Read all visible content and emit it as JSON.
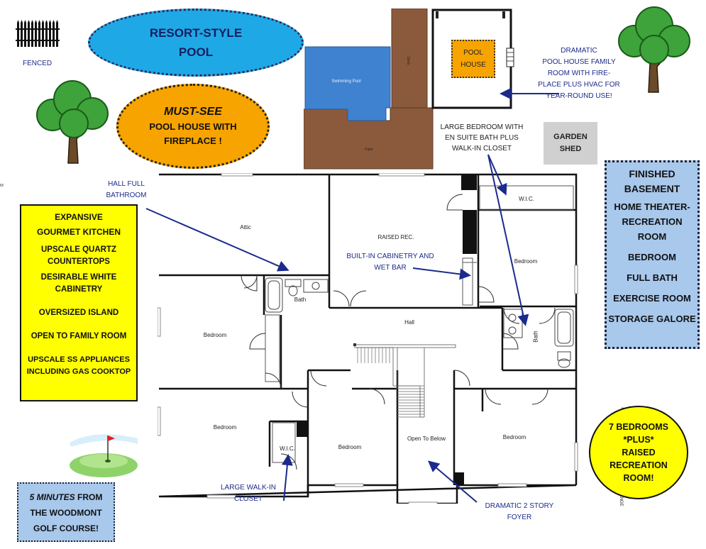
{
  "fence_label": "FENCED",
  "pool_oval": "RESORT-STYLE\nPOOL",
  "poolhouse_oval": {
    "line1": "MUST-SEE",
    "line2": "POOL HOUSE WITH\nFIREPLACE !"
  },
  "site_plan": {
    "swimming_pool": "Swimming Pool",
    "deck": "Deck",
    "patio": "Patio",
    "pool_house": "POOL\nHOUSE"
  },
  "notes": {
    "pool_house_family_room": "DRAMATIC\nPOOL HOUSE FAMILY\nROOM WITH FIRE-\nPLACE PLUS HVAC FOR\nYEAR-ROUND USE!",
    "large_bedroom": "LARGE BEDROOM WITH\nEN SUITE BATH PLUS\nWALK-IN CLOSET",
    "hall_full_bath": "HALL FULL\nBATHROOM",
    "built_in": "BUILT-IN CABINETRY AND\nWET BAR",
    "walk_in_closet": "LARGE WALK-IN\nCLOSET",
    "foyer": "DRAMATIC 2 STORY\nFOYER",
    "disclaimer": "*SUBJECT TO ERRORS OMISSION AND CHANGE"
  },
  "garden_shed": "GARDEN\nSHED",
  "kitchen_box": [
    "EXPANSIVE\nGOURMET KITCHEN",
    "UPSCALE QUARTZ\nCOUNTERTOPS",
    "DESIRABLE WHITE\nCABINETRY",
    "OVERSIZED ISLAND",
    "OPEN TO FAMILY ROOM",
    "UPSCALE SS APPLIANCES\nINCLUDING GAS COOKTOP"
  ],
  "basement_box": {
    "title": "FINISHED\nBASEMENT",
    "items": [
      "HOME THEATER-\nRECREATION\nROOM",
      "BEDROOM",
      "FULL BATH",
      "EXERCISE ROOM",
      "STORAGE GALORE"
    ]
  },
  "bedrooms_oval": "7 BEDROOMS\n*PLUS*\nRAISED\nRECREATION\nROOM!",
  "golf_box": {
    "minutes": "5 MINUTES",
    "rest": " FROM\nTHE WOODMONT\nGOLF COURSE!"
  },
  "rooms": {
    "attic": "Attic",
    "raised_rec": "RAISED REC.",
    "wic_top": "W.I.C.",
    "bedroom_right": "Bedroom",
    "bath_top": "Bath",
    "bedroom_left": "Bedroom",
    "hall": "Hall",
    "bath_right": "Bath",
    "bedroom_bottom_left": "Bedroom",
    "wic_bottom": "W.I.C.",
    "bedroom_bottom_mid": "Bedroom",
    "open_to_below": "Open To Below",
    "bedroom_bottom_right": "Bedroom"
  },
  "colors": {
    "pool_blue": "#1fa8e6",
    "orange": "#f7a400",
    "yellow": "#ffff00",
    "basement_blue": "#a8c8ec",
    "note_blue": "#1c2a8c",
    "deck_brown": "#8b5a3c"
  }
}
